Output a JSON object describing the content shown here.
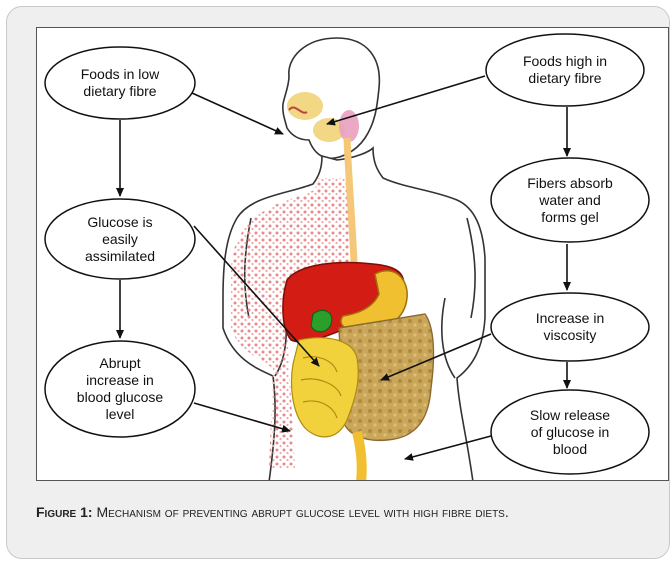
{
  "figure": {
    "nodes": {
      "low_fibre": [
        "Foods in low",
        "dietary fibre"
      ],
      "glucose_assimilated": [
        "Glucose is",
        "easily",
        "assimilated"
      ],
      "abrupt_increase": [
        "Abrupt",
        "increase in",
        "blood glucose",
        "level"
      ],
      "high_fibre": [
        "Foods high in",
        "dietary fibre"
      ],
      "fibers_absorb": [
        "Fibers absorb",
        "water and",
        "forms gel"
      ],
      "viscosity": [
        "Increase in",
        "viscosity"
      ],
      "slow_release": [
        "Slow release",
        "of glucose in",
        "blood"
      ]
    }
  },
  "caption": {
    "label": "Figure 1:",
    "text": "Mechanism of preventing abrupt glucose level with high fibre diets."
  },
  "colors": {
    "liver": "#d21c14",
    "stomach": "#f0c030",
    "intestine": "#f2d23c",
    "large_intestine": "#c8a04c",
    "gallbladder": "#2aa02a",
    "blood_dots": "#e88a8a",
    "mouth": "#f0d070",
    "esophagus": "#f4c878"
  }
}
